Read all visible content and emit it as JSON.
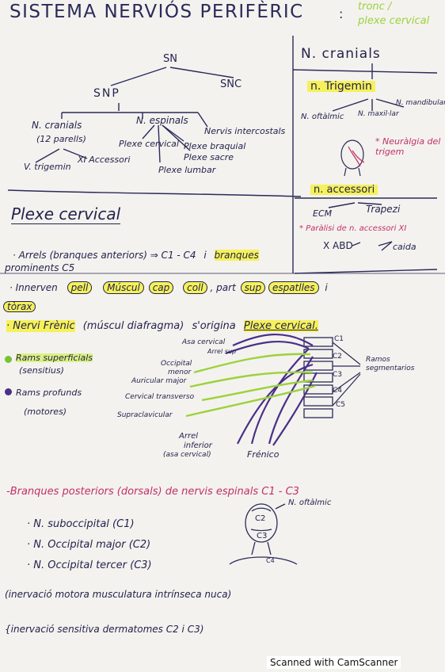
{
  "header": {
    "title": "SISTEMA NERVIÓS PERIFÈRIC",
    "colon": ":",
    "topic_line1": "tronc /",
    "topic_line2": "plexe cervical"
  },
  "tree": {
    "root": "SN",
    "snp": "SNP",
    "snc": "SNC",
    "cranials": "N. cranials",
    "cranials_count": "(12 parells)",
    "espinals": "N. espinals",
    "intercostals": "Nervis intercostals",
    "plexe_cervical": "Plexe cervical",
    "plexe_braquial": "Plexe braquial",
    "plexe_sacre": "Plexe sacre",
    "plexe_lumbar": "Plexe lumbar",
    "trigemin": "V. trigemin",
    "accessori": "XI Accessori"
  },
  "box": {
    "title": "N. cranials",
    "trigemin_title": "n. Trigemin",
    "oftalmic": "N. oftàlmic",
    "maxil": "N. maxil·lar",
    "mandibular": "N. mandibular",
    "neuralgia": "* Neuràlgia del trigem",
    "accessori_title": "n. accessori",
    "ecm": "ECM",
    "trapezi": "Trapezi",
    "paralisi": "* Paràlisi de n. accessori XI",
    "abd": "X ABD",
    "caida": "caida"
  },
  "section": {
    "title": "Plexe cervical",
    "arrels_1": "· Arrels (branques anteriors) ⇒ C1 - C4",
    "arrels_i": "i",
    "arrels_2": "branques",
    "arrels_3": "prominents C5",
    "innerven": "· Innerven",
    "pell": "pell",
    "musculs": "Múscul",
    "cap": "cap",
    "coll": "coll",
    "part": ", part",
    "sup": "sup",
    "espatlles": "espatlles",
    "i2": "i",
    "torax": "tòrax",
    "frenic": "· Nervi Frènic",
    "frenic_2": "(múscul diafragma)",
    "frenic_3": "s'origina",
    "frenic_4": "Plexe cervical."
  },
  "legend": {
    "superficials": "Rams superficials",
    "superficials_2": "(sensitius)",
    "profunds": "Rams profunds",
    "profunds_2": "(motores)"
  },
  "diagram": {
    "asa_cervical": "Asa cervical",
    "arrel_sup": "Arrel sup",
    "occipital": "Occipital",
    "menor": "menor",
    "auricular": "Auricular major",
    "cervical_transv": "Cervical transverso",
    "supra": "Supraclavicular",
    "arrel_inf": "Arrel",
    "arrel_inf_2": "inferior",
    "arrel_inf_3": "(asa cervical)",
    "frenic": "Frénico",
    "rams_seg": "Ramos",
    "rams_seg_2": "segmentarios",
    "c1": "C1",
    "c2": "C2",
    "c3": "C3",
    "c4": "C4",
    "c5": "C5"
  },
  "posterior": {
    "title": "-Branques posteriors (dorsals) de nervis espinals C1 - C3",
    "item1": "· N. suboccipital (C1)",
    "item2": "· N. Occipital major (C2)",
    "item3": "· N. Occipital tercer (C3)",
    "oftalmic": "N. oftàlmic",
    "c2": "C2",
    "c3": "C3",
    "c4": "C4",
    "motora": "(inervació motora musculatura intrínseca nuca)",
    "sensitiva": "{inervació sensitiva dermatomes C2 i C3)"
  },
  "footer": {
    "scanner": "Scanned with CamScanner"
  },
  "colors": {
    "ink": "#23234e",
    "pink": "#c0306a",
    "yellow": "#f5f028",
    "green": "#9bd23c",
    "purple": "#4a2f8a"
  }
}
